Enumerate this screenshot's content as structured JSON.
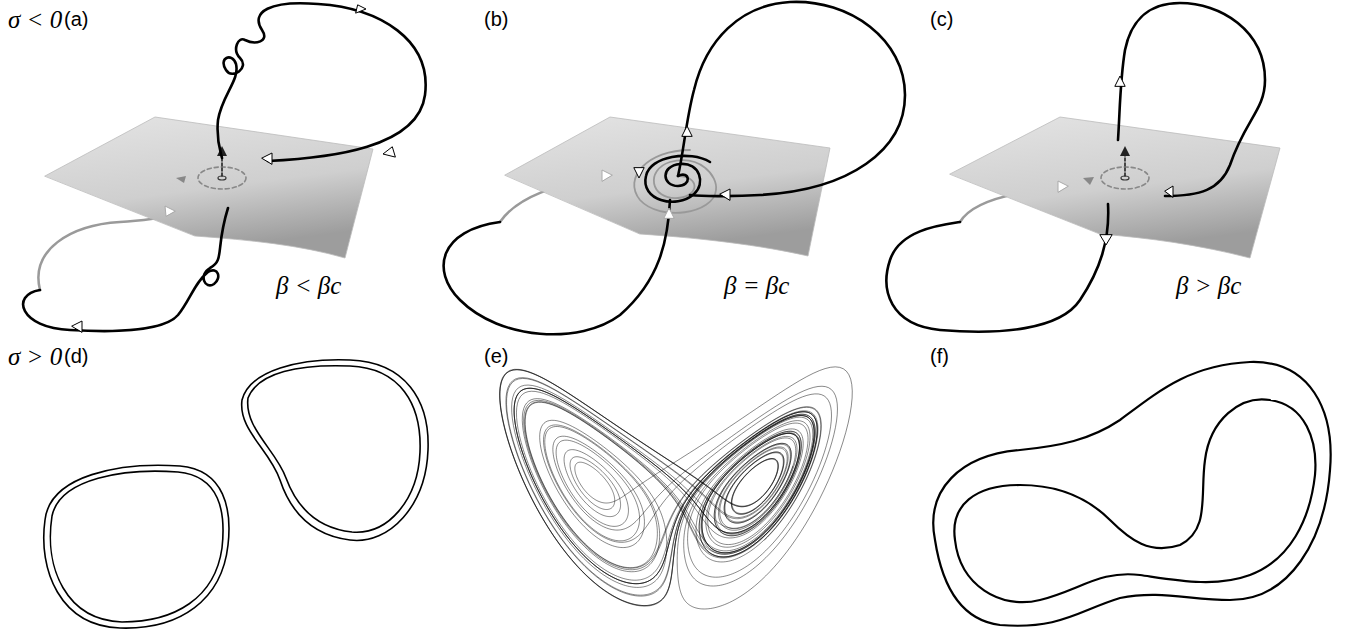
{
  "diagram": {
    "labels": [
      "σ < 0",
      "(a)",
      "(b)",
      "(c)",
      "β < βc",
      "β = βc",
      "β > βc",
      "σ > 0",
      "(d)",
      "(e)",
      "(f)"
    ]
  }
}
